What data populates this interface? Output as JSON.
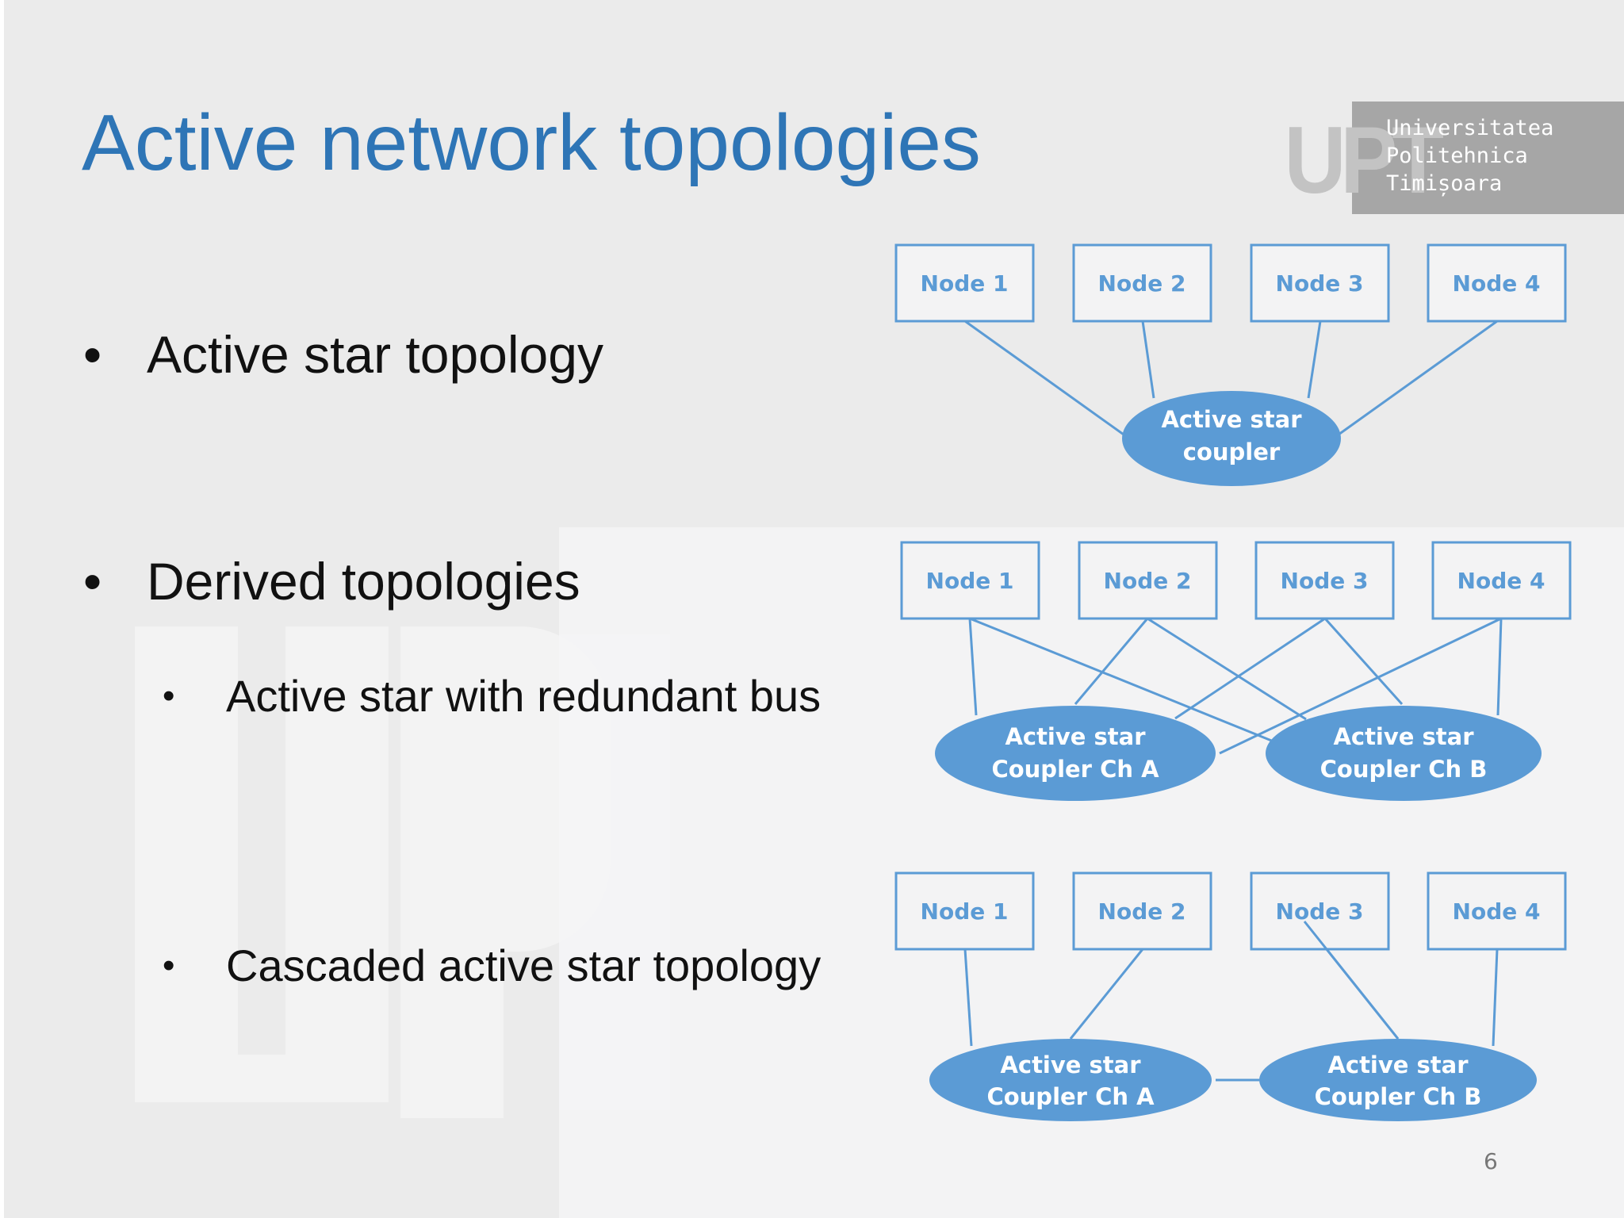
{
  "title": "Active network topologies",
  "logo": {
    "mark": "UPT",
    "line1": "Universitatea",
    "line2": "Politehnica",
    "line3": "Timișoara"
  },
  "bullets": [
    {
      "text": "Active star topology",
      "level": 1
    },
    {
      "text": "Derived topologies",
      "level": 1
    },
    {
      "text": "Active star with redundant bus",
      "level": 2
    },
    {
      "text": "Cascaded active star topology",
      "level": 2
    }
  ],
  "diagrams": {
    "active_star": {
      "nodes": [
        "Node 1",
        "Node 2",
        "Node 3",
        "Node 4"
      ],
      "coupler": {
        "line1": "Active star",
        "line2": "coupler"
      }
    },
    "redundant": {
      "nodes": [
        "Node 1",
        "Node 2",
        "Node 3",
        "Node 4"
      ],
      "coupler_a": {
        "line1": "Active star",
        "line2": "Coupler Ch A"
      },
      "coupler_b": {
        "line1": "Active star",
        "line2": "Coupler Ch B"
      }
    },
    "cascaded": {
      "nodes": [
        "Node 1",
        "Node 2",
        "Node 3",
        "Node 4"
      ],
      "coupler_a": {
        "line1": "Active star",
        "line2": "Coupler Ch A"
      },
      "coupler_b": {
        "line1": "Active star",
        "line2": "Coupler Ch B"
      }
    }
  },
  "page_number": "6",
  "colors": {
    "title": "#2e75b6",
    "node_border": "#5b9bd5",
    "coupler_fill": "#5b9bd5",
    "edge": "#5b9bd5",
    "logo_gray": "#a6a6a6"
  }
}
